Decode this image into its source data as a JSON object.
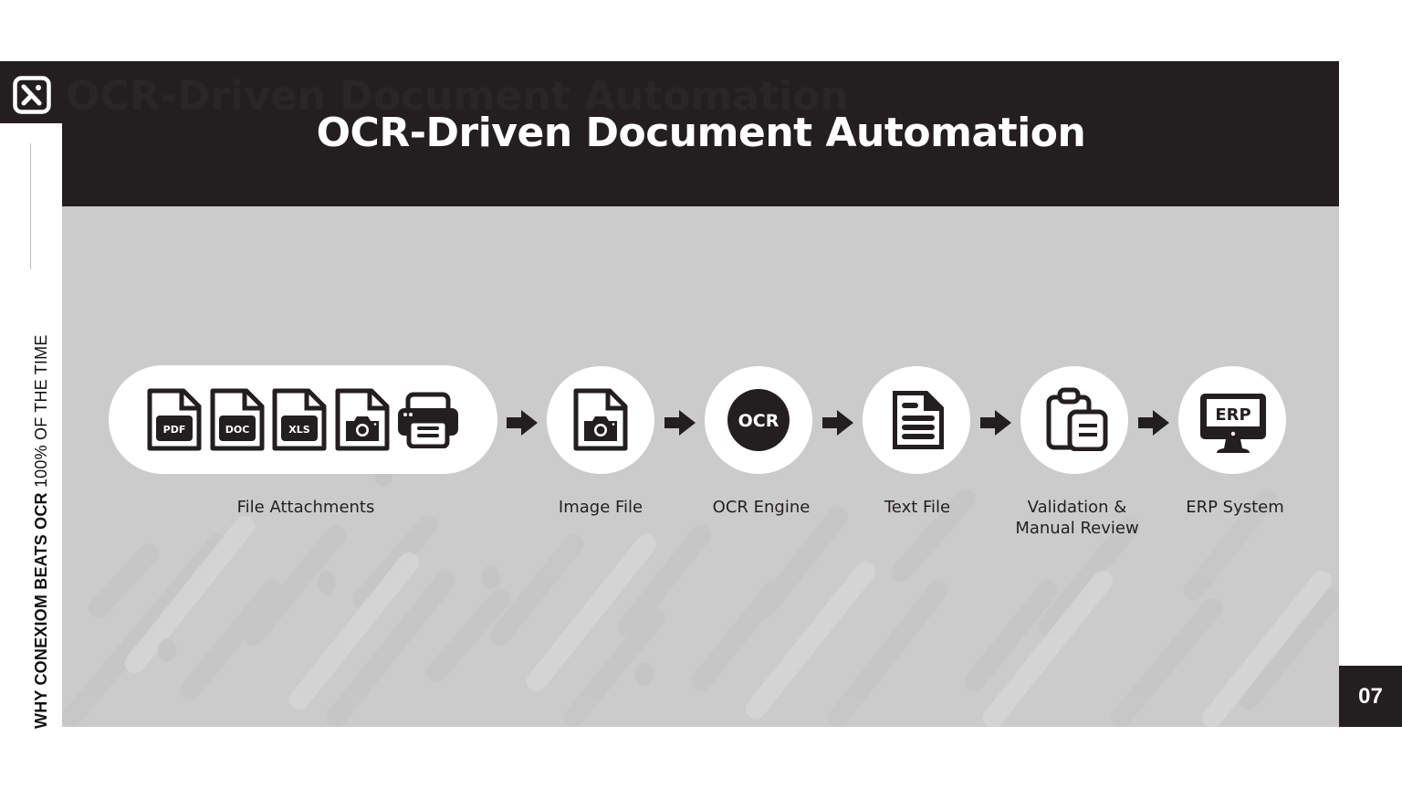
{
  "header": {
    "title": "OCR-Driven Document Automation",
    "ghost_title": "OCR-Driven Document Automation",
    "logo": "conexiom-x-logo-icon"
  },
  "sidebar": {
    "tagline_bold": "WHY CONEXIOM BEATS OCR",
    "tagline_light": "100% OF THE TIME"
  },
  "page": {
    "number": "07"
  },
  "colors": {
    "dark": "#231f20",
    "background_gray": "#cbcbcb",
    "white": "#ffffff"
  },
  "flow": {
    "steps": [
      {
        "label": "File Attachments",
        "icons": [
          "pdf-file-icon",
          "doc-file-icon",
          "xls-file-icon",
          "image-file-icon",
          "printer-icon"
        ],
        "badges": [
          "PDF",
          "DOC",
          "XLS"
        ]
      },
      {
        "label": "Image File",
        "icon": "image-file-icon"
      },
      {
        "label": "OCR Engine",
        "icon": "ocr-engine-icon",
        "badge": "OCR"
      },
      {
        "label": "Text File",
        "icon": "text-file-icon"
      },
      {
        "label_line1": "Validation &",
        "label_line2": "Manual Review",
        "icon": "clipboard-review-icon"
      },
      {
        "label": "ERP System",
        "icon": "erp-monitor-icon",
        "badge": "ERP"
      }
    ],
    "connector": "arrow-right-icon"
  }
}
